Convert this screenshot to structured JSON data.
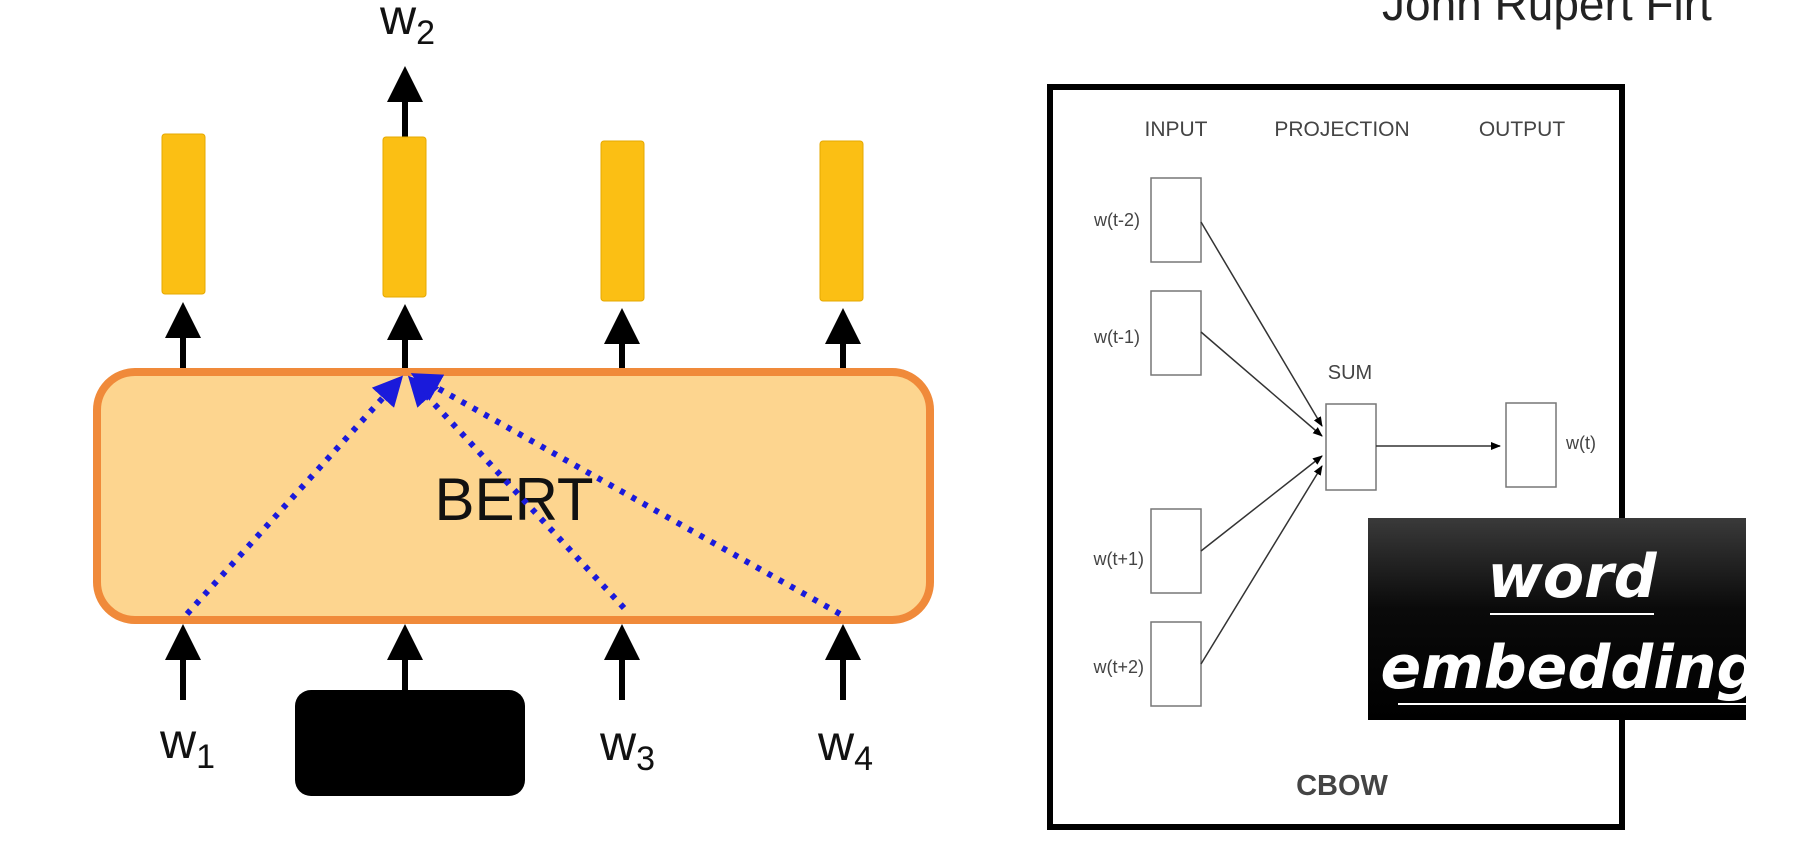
{
  "header": {
    "name_partial": "John Rupert Firt"
  },
  "bert": {
    "label": "BERT",
    "inputs": [
      {
        "w": "w",
        "sub": "1"
      },
      {
        "w": "",
        "sub": ""
      },
      {
        "w": "w",
        "sub": "3"
      },
      {
        "w": "w",
        "sub": "4"
      }
    ],
    "output": {
      "w": "w",
      "sub": "2"
    },
    "colors": {
      "box_fill": "#fdd58f",
      "box_stroke": "#f08a3a",
      "vector": "#fbbf14",
      "attention": "#1a1adb"
    }
  },
  "cbow": {
    "col_input": "INPUT",
    "col_projection": "PROJECTION",
    "col_output": "OUTPUT",
    "inputs": [
      "w(t-2)",
      "w(t-1)",
      "w(t+1)",
      "w(t+2)"
    ],
    "sum_label": "SUM",
    "output_label": "w(t)",
    "caption": "CBOW"
  },
  "badge": {
    "line1": "word",
    "line2": "embedding"
  }
}
